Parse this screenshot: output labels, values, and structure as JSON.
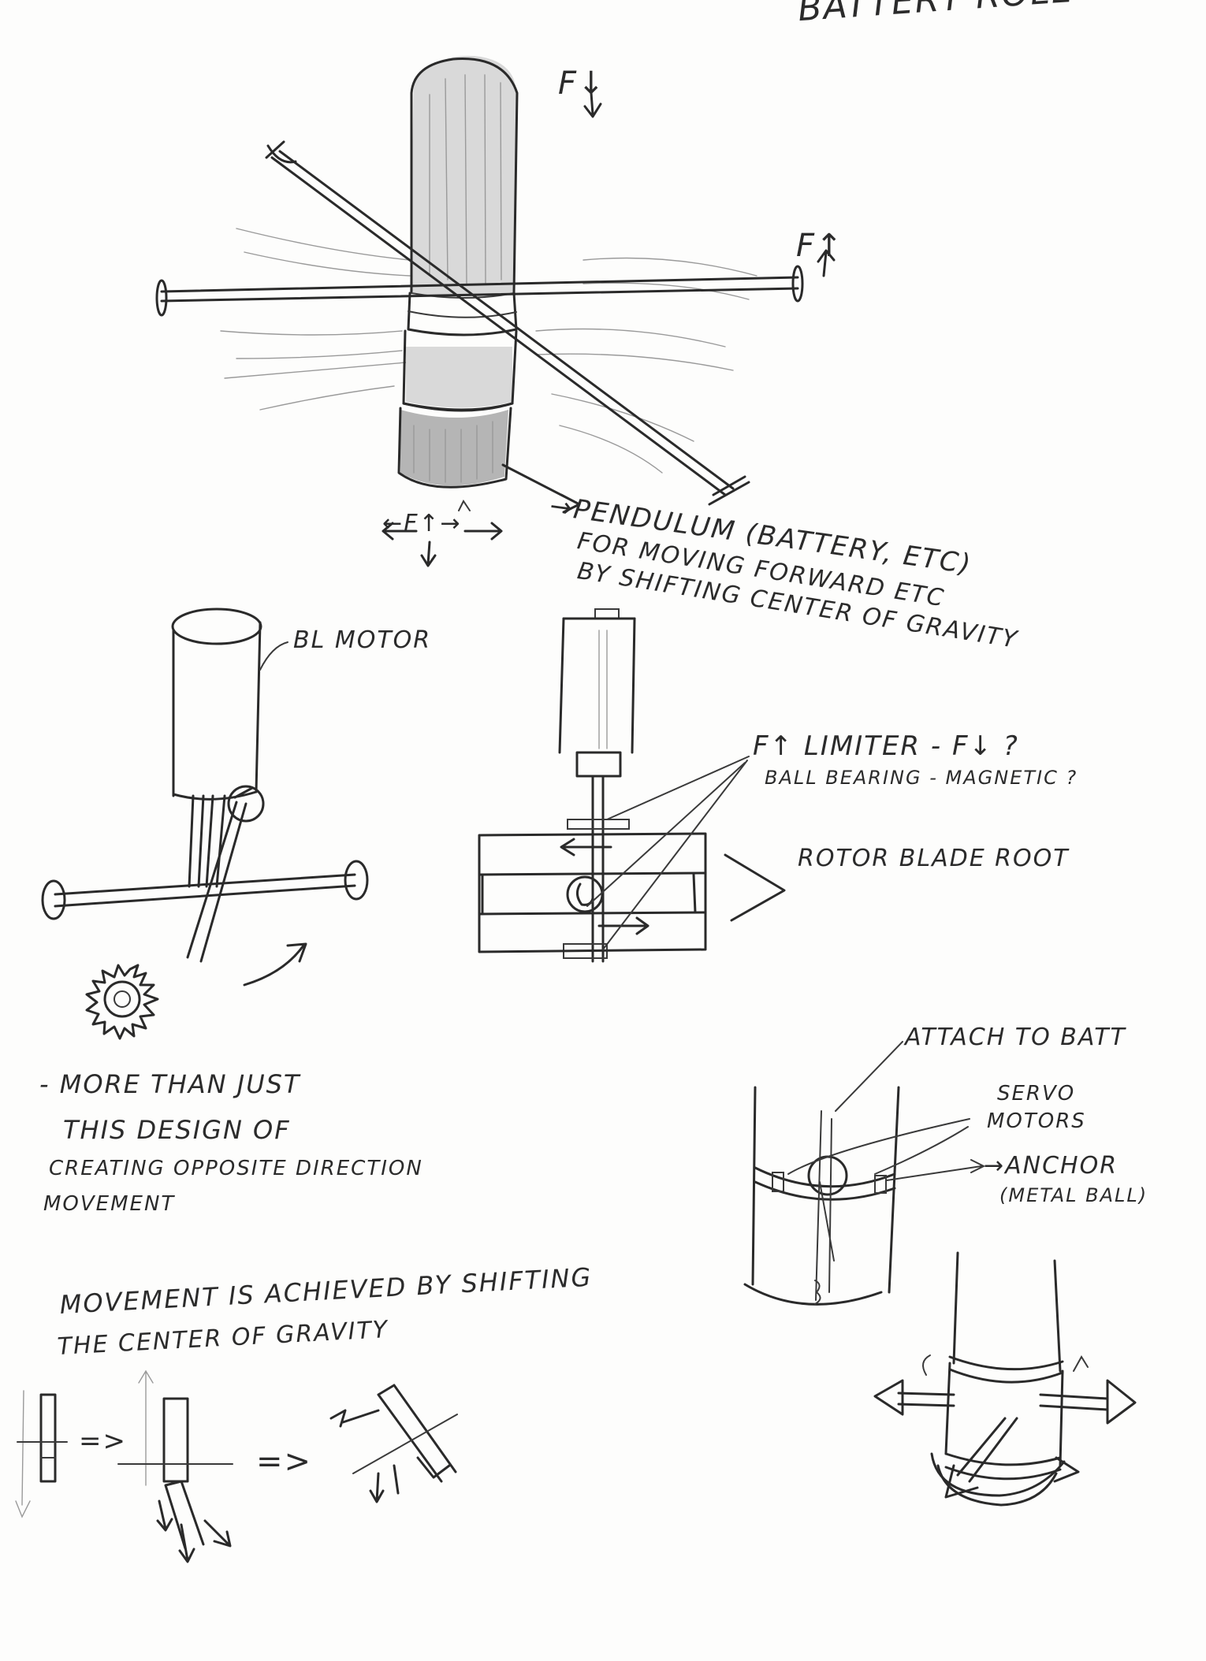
{
  "notes": {
    "header": "BATTERY ROLE",
    "force_down_top": "F↓",
    "force_up_right": "F↑",
    "force_bottom": "←F↑→",
    "pendulum": "→PENDULUM (BATTERY, ETC)",
    "pendulum_2": "FOR MOVING FORWARD ETC",
    "pendulum_3": "BY SHIFTING CENTER OF GRAVITY",
    "bl_motor": "BL MOTOR",
    "limiter": "F↑ LIMITER - F↓ ?",
    "ball_bearing": "BALL BEARING - MAGNETIC ?",
    "rotor_blade_root": "ROTOR BLADE ROOT",
    "more_than_1": "- MORE THAN JUST",
    "more_than_2": "THIS DESIGN OF",
    "more_than_3": "CREATING OPPOSITE DIRECTION",
    "more_than_4": "MOVEMENT",
    "attach_to_batt": "ATTACH TO BATT",
    "servo_1": "SERVO",
    "servo_2": "MOTORS",
    "anchor_1": "→ANCHOR",
    "anchor_2": "(METAL BALL)",
    "movement_1": "MOVEMENT IS ACHIEVED BY SHIFTING",
    "movement_2": "THE CENTER OF GRAVITY",
    "arrow_1": "=>",
    "arrow_2": "=>"
  }
}
